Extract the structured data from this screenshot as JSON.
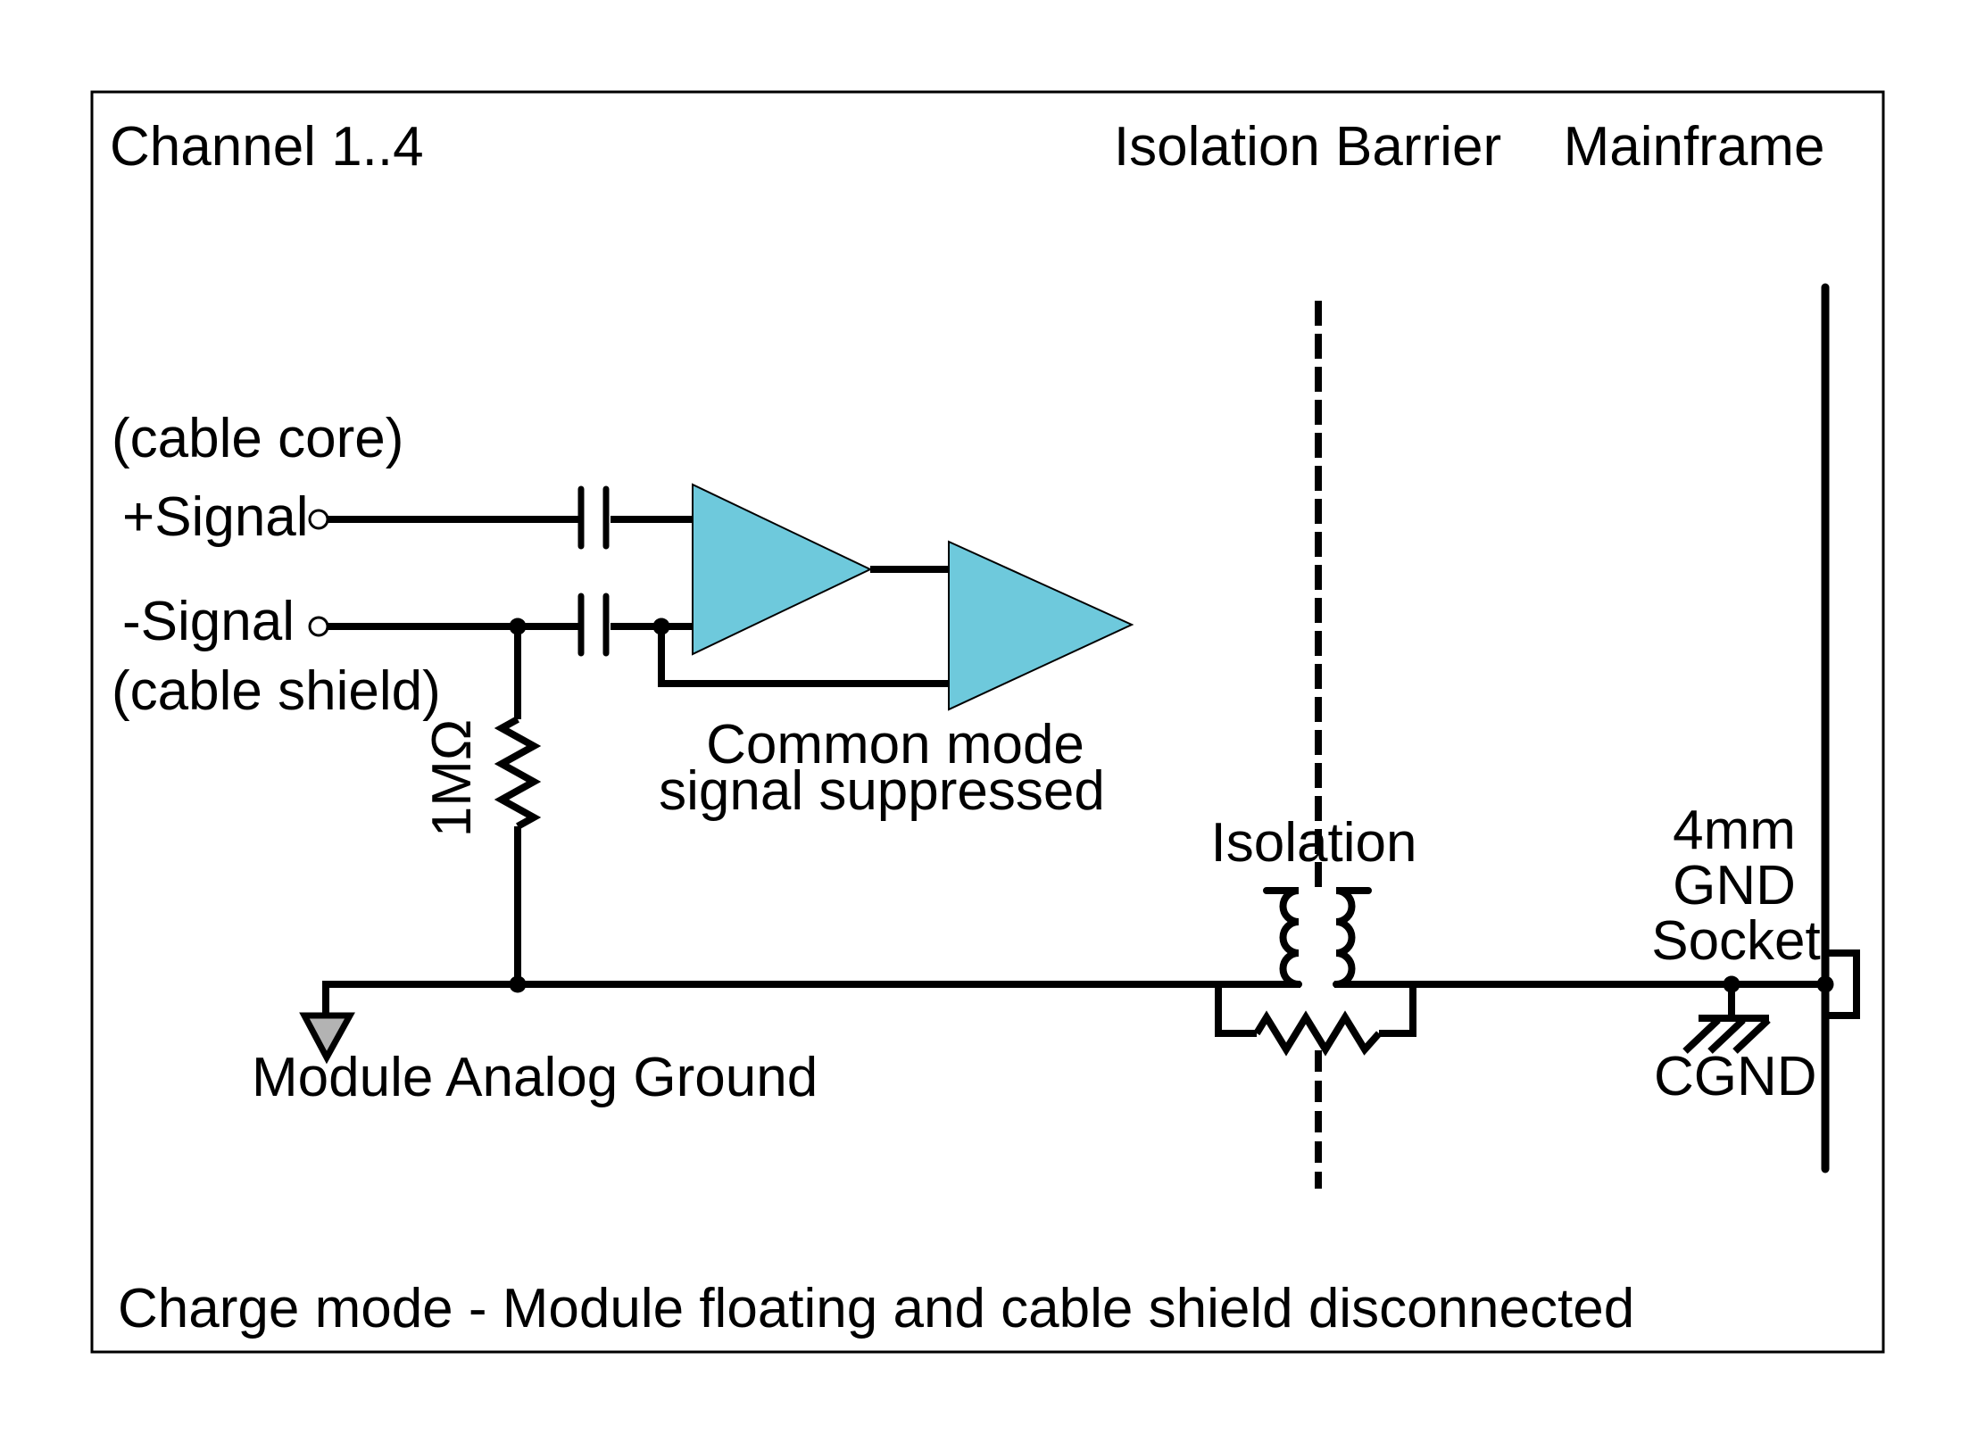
{
  "header": {
    "channel": "Channel 1..4",
    "isolation_barrier": "Isolation Barrier",
    "mainframe": "Mainframe"
  },
  "labels": {
    "cable_core": "(cable core)",
    "plus_signal": "+Signal",
    "minus_signal": "-Signal",
    "cable_shield": "(cable shield)",
    "resistor_value": "1MΩ",
    "common_mode_line1": "Common mode",
    "common_mode_line2": "signal suppressed",
    "isolation": "Isolation",
    "module_ground": "Module Analog Ground",
    "socket_line1": "4mm",
    "socket_line2": "GND",
    "socket_line3": "Socket",
    "chassis_ground": "CGND"
  },
  "caption": "Charge mode - Module floating and cable shield disconnected",
  "colors": {
    "amplifier_fill": "#6ec9dc",
    "ground_arrow_fill": "#b3b3b3",
    "line": "#000000",
    "background": "#ffffff"
  }
}
